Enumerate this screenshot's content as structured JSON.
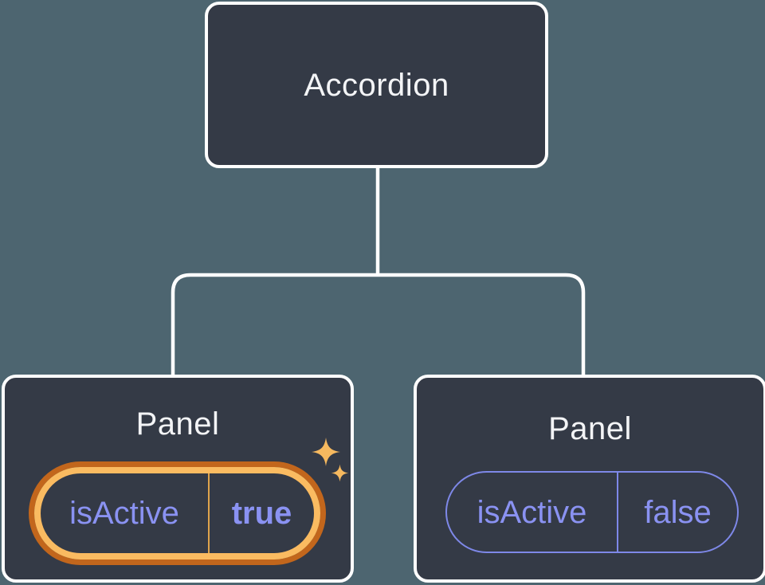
{
  "diagram": {
    "description": "Component tree diagram: Accordion parent with two Panel children showing isActive prop state",
    "root": {
      "label": "Accordion"
    },
    "panels": [
      {
        "title": "Panel",
        "prop_name": "isActive",
        "prop_value": "true",
        "highlighted": true
      },
      {
        "title": "Panel",
        "prop_name": "isActive",
        "prop_value": "false",
        "highlighted": false
      }
    ],
    "icons": {
      "highlight_large": "sparkle-icon",
      "highlight_small": "sparkle-icon"
    },
    "colors": {
      "background": "#4D6570",
      "node_fill": "#343A46",
      "node_border": "#FFFFFF",
      "connector": "#FFFFFF",
      "title_text": "#F3F4F6",
      "prop_text": "#8A92F2",
      "prop_border": "#7E88E8",
      "highlight_gold": "#FABB61",
      "highlight_orange": "#C2661C",
      "divider_gold": "#DFA44C",
      "sparkle": "#F6B95F"
    }
  }
}
